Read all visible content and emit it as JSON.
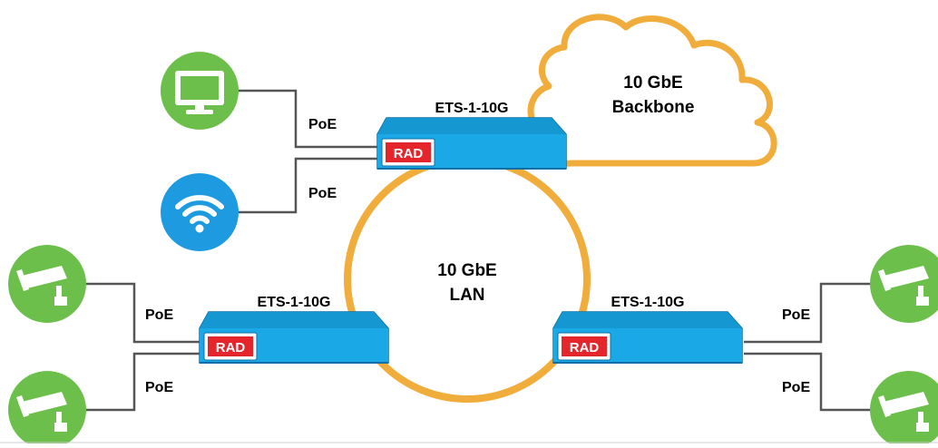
{
  "cloud": {
    "line1": "10 GbE",
    "line2": "Backbone"
  },
  "ring": {
    "line1": "10 GbE",
    "line2": "LAN"
  },
  "switches": {
    "top": {
      "label": "ETS-1-10G",
      "brand": "RAD"
    },
    "left": {
      "label": "ETS-1-10G",
      "brand": "RAD"
    },
    "right": {
      "label": "ETS-1-10G",
      "brand": "RAD"
    }
  },
  "links": {
    "monitor": "PoE",
    "wifi": "PoE",
    "cam_left_top": "PoE",
    "cam_left_bottom": "PoE",
    "cam_right_top": "PoE",
    "cam_right_bottom": "PoE"
  },
  "devices": {
    "monitor": "monitor-icon",
    "wifi": "wifi-icon",
    "cameras": [
      "camera-icon",
      "camera-icon",
      "camera-icon",
      "camera-icon"
    ]
  },
  "colors": {
    "orange": "#f0ad3c",
    "switch_blue": "#1aa8e6",
    "switch_top": "#1597d2",
    "switch_border": "#0d6fa5",
    "green": "#6cbf4a",
    "wifi_blue": "#1e9be0",
    "rad_red": "#e4262c",
    "line_gray": "#555555"
  }
}
